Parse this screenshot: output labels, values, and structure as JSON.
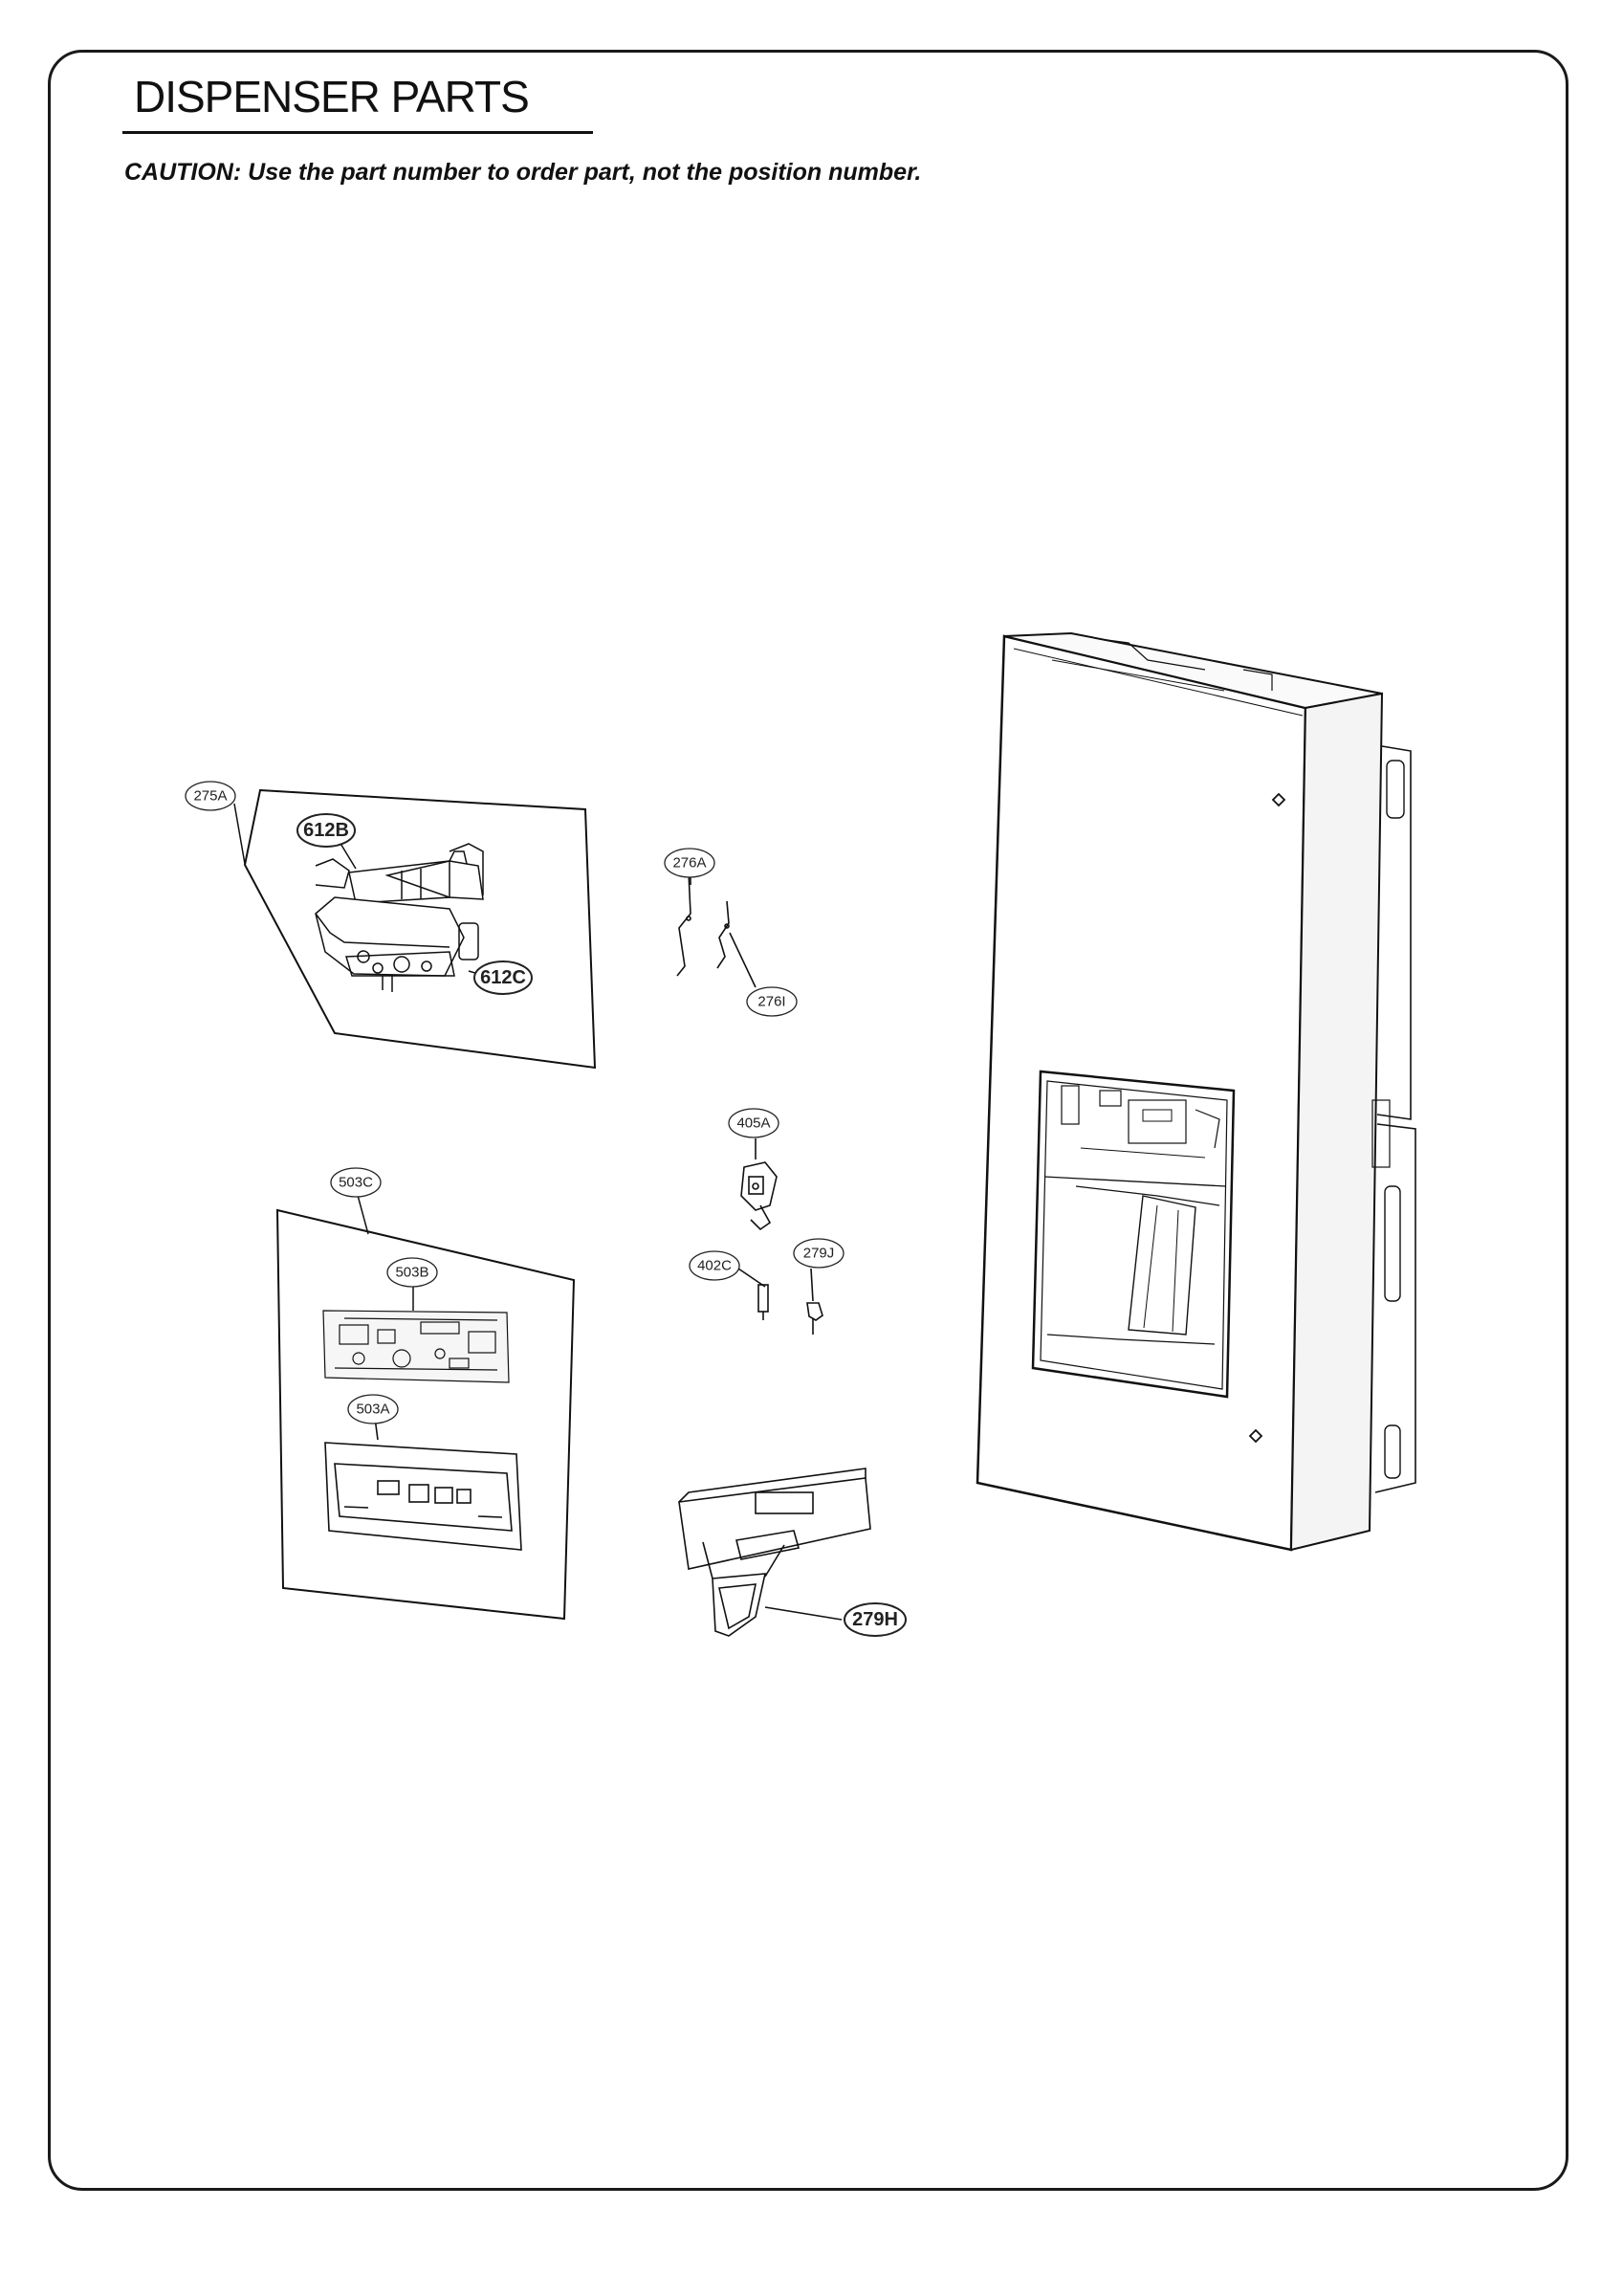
{
  "title": "DISPENSER PARTS",
  "caution": "CAUTION: Use the part number to order part, not the position number.",
  "callouts": {
    "c275A": "275A",
    "c612B": "612B",
    "c612C": "612C",
    "c276A": "276A",
    "c276I": "276I",
    "c405A": "405A",
    "c503C": "503C",
    "c503B": "503B",
    "c503A": "503A",
    "c402C": "402C",
    "c279J": "279J",
    "c279H": "279H"
  }
}
